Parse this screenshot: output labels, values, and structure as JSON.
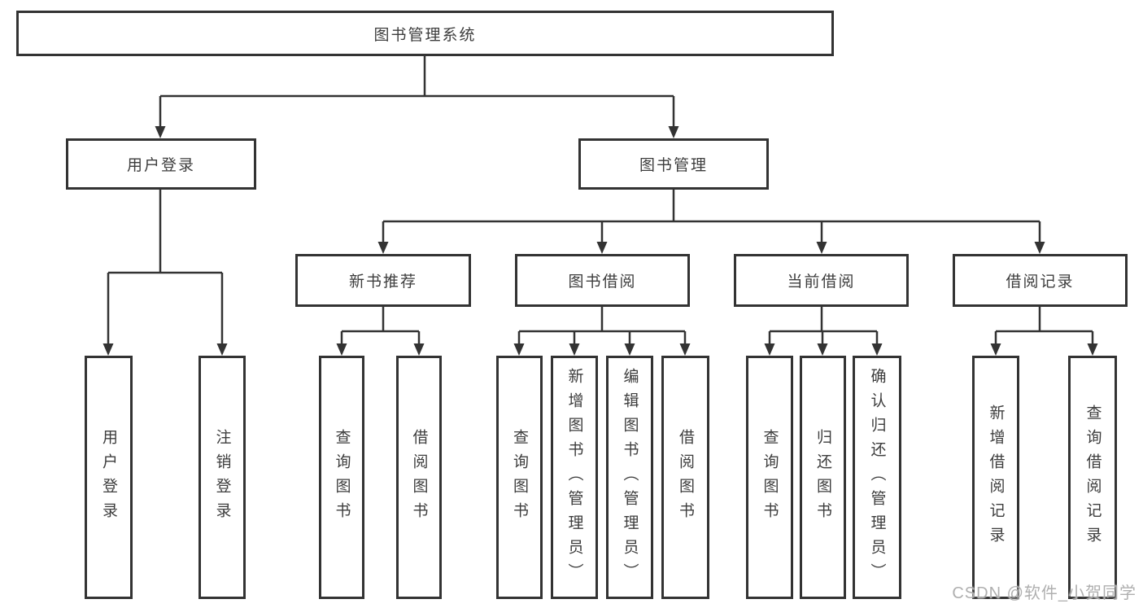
{
  "diagram": {
    "type": "hierarchy",
    "colors": {
      "line": "#333333",
      "box_border": "#333333",
      "box_fill": "#ffffff",
      "text": "#3d3d3d",
      "watermark": "#ababab"
    },
    "nodes": {
      "root": "图书管理系统",
      "user_login": "用户登录",
      "book_mgmt": "图书管理",
      "new_book_rec": "新书推荐",
      "book_borrow": "图书借阅",
      "current_borrow": "当前借阅",
      "borrow_record": "借阅记录",
      "leaf_user_login": "用户登录",
      "leaf_logout": "注销登录",
      "leaf_nb_query": "查询图书",
      "leaf_nb_borrow": "借阅图书",
      "leaf_bb_query": "查询图书",
      "leaf_bb_add": "新增图书（管理员）",
      "leaf_bb_edit": "编辑图书（管理员）",
      "leaf_bb_borrow": "借阅图书",
      "leaf_cb_query": "查询图书",
      "leaf_cb_return": "归还图书",
      "leaf_cb_confirm": "确认归还（管理员）",
      "leaf_br_add": "新增借阅记录",
      "leaf_br_query": "查询借阅记录"
    },
    "hierarchy": {
      "图书管理系统": {
        "用户登录": [
          "用户登录",
          "注销登录"
        ],
        "图书管理": {
          "新书推荐": [
            "查询图书",
            "借阅图书"
          ],
          "图书借阅": [
            "查询图书",
            "新增图书（管理员）",
            "编辑图书（管理员）",
            "借阅图书"
          ],
          "当前借阅": [
            "查询图书",
            "归还图书",
            "确认归还（管理员）"
          ],
          "借阅记录": [
            "新增借阅记录",
            "查询借阅记录"
          ]
        }
      }
    },
    "watermark": "CSDN @软件_小贺同学"
  }
}
